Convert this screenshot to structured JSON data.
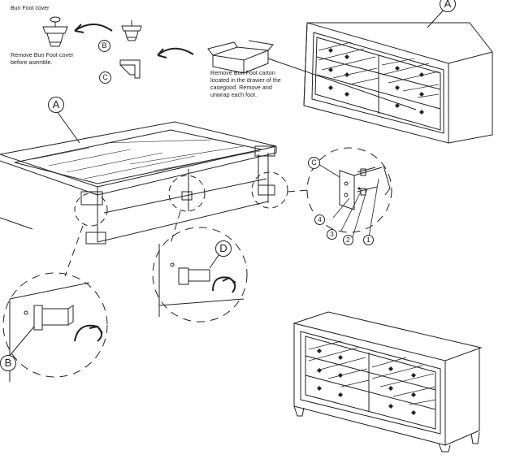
{
  "labels": {
    "bun_foot_cover": "Bun Foot cover",
    "remove_cover_line1": "Remove Bun Foot cover",
    "remove_cover_line2": "before asemble.",
    "carton_line1": "Remove Bun Foot carton",
    "carton_line2": "located in the drawer of the",
    "carton_line3": "casegood. Remove and",
    "carton_line4": "unwrap each foot."
  },
  "callouts": {
    "a_top": "A",
    "a_left": "A",
    "b_top": "B",
    "c_top": "C",
    "c_detail": "C",
    "d": "D",
    "b_bottom": "B",
    "n1": "1",
    "n2": "2",
    "n3": "3",
    "n4": "4"
  }
}
